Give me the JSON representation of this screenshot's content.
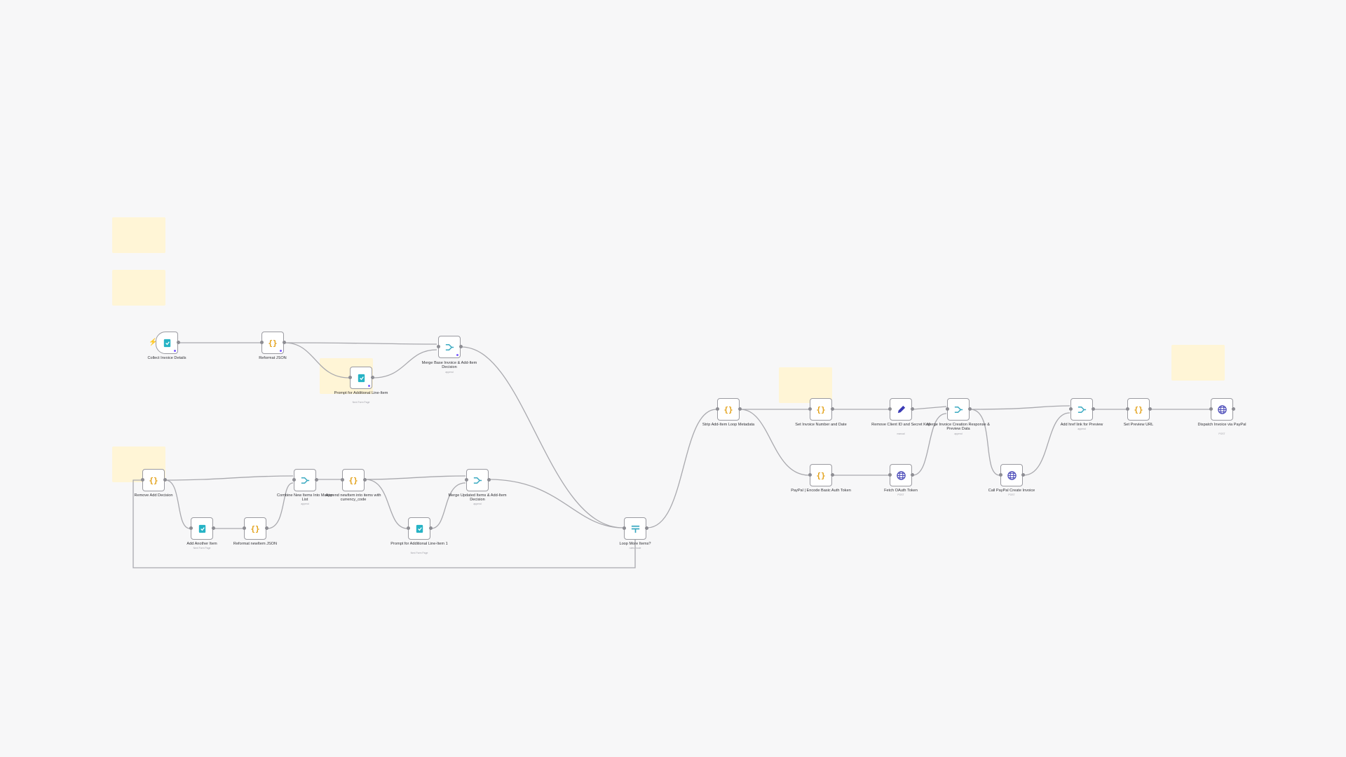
{
  "colors": {
    "canvas": "#f7f7f8",
    "sticky": "#fff5d6",
    "wire": "#a9a9ae",
    "form_icon": "#26b3c5",
    "code_icon": "#e3a21a",
    "merge_icon": "#3aa9c1",
    "edit_icon": "#3b3bb5",
    "http_icon": "#4a4ab8",
    "trigger_bolt": "#ff6d5a"
  },
  "nodes": {
    "collect_invoice_details": {
      "label": "Collect Invoice Details",
      "icon": "form-icon"
    },
    "reformat_json": {
      "label": "Reformat JSON",
      "icon": "code-braces-icon"
    },
    "prompt_additional_line_item": {
      "label": "Prompt for Additional Line-Item",
      "sub": "Next Form Page",
      "icon": "form-icon"
    },
    "merge_base_invoice": {
      "label": "Merge Base Invoice & Add-Item Decision",
      "sub": "append",
      "icon": "merge-icon"
    },
    "remove_add_decision": {
      "label": "Remove Add Decision",
      "icon": "code-braces-icon"
    },
    "add_another_item": {
      "label": "Add Another Item",
      "sub": "Next Form Page",
      "icon": "form-icon"
    },
    "reformat_newitem_json": {
      "label": "Reformat newItem JSON",
      "icon": "code-braces-icon"
    },
    "combine_new_items": {
      "label": "Combine New Items Into Master List",
      "sub": "append",
      "icon": "merge-icon"
    },
    "append_newitem": {
      "label": "Append newItem into items with currency_code",
      "icon": "code-braces-icon"
    },
    "prompt_additional_line_item_1": {
      "label": "Prompt for Additional Line-Item 1",
      "sub": "Next Form Page",
      "icon": "form-icon"
    },
    "merge_updated_items": {
      "label": "Merge Updated Items & Add-Item Decision",
      "sub": "append",
      "icon": "merge-icon"
    },
    "loop_more_items": {
      "label": "Loop More Items?",
      "sub": "rules mode",
      "icon": "switch-icon"
    },
    "strip_add_item_loop": {
      "label": "Strip Add-Item Loop Metadata",
      "icon": "code-braces-icon"
    },
    "set_invoice_number": {
      "label": "Set Invoice Number and Date",
      "icon": "code-braces-icon"
    },
    "paypal_encode_auth": {
      "label": "PayPal | Encode Basic Auth Token",
      "icon": "code-braces-icon"
    },
    "remove_client_id": {
      "label": "Remove Client ID and Secret Key",
      "sub": "manual",
      "icon": "pencil-icon"
    },
    "fetch_oauth_token": {
      "label": "Fetch OAuth Token",
      "sub": "POST",
      "icon": "globe-icon"
    },
    "merge_invoice_creation": {
      "label": "Merge Invoice Creation Response & Preview Data",
      "sub": "append",
      "icon": "merge-icon"
    },
    "call_paypal_create": {
      "label": "Call PayPal Create Invoice",
      "sub": "POST",
      "icon": "globe-icon"
    },
    "add_href_link": {
      "label": "Add href link for Preview",
      "sub": "append",
      "icon": "merge-icon"
    },
    "set_preview_url": {
      "label": "Set Preview URL",
      "icon": "code-braces-icon"
    },
    "dispatch_invoice": {
      "label": "Dispatch Invoice via PayPal",
      "sub": "POST",
      "icon": "globe-icon"
    }
  }
}
